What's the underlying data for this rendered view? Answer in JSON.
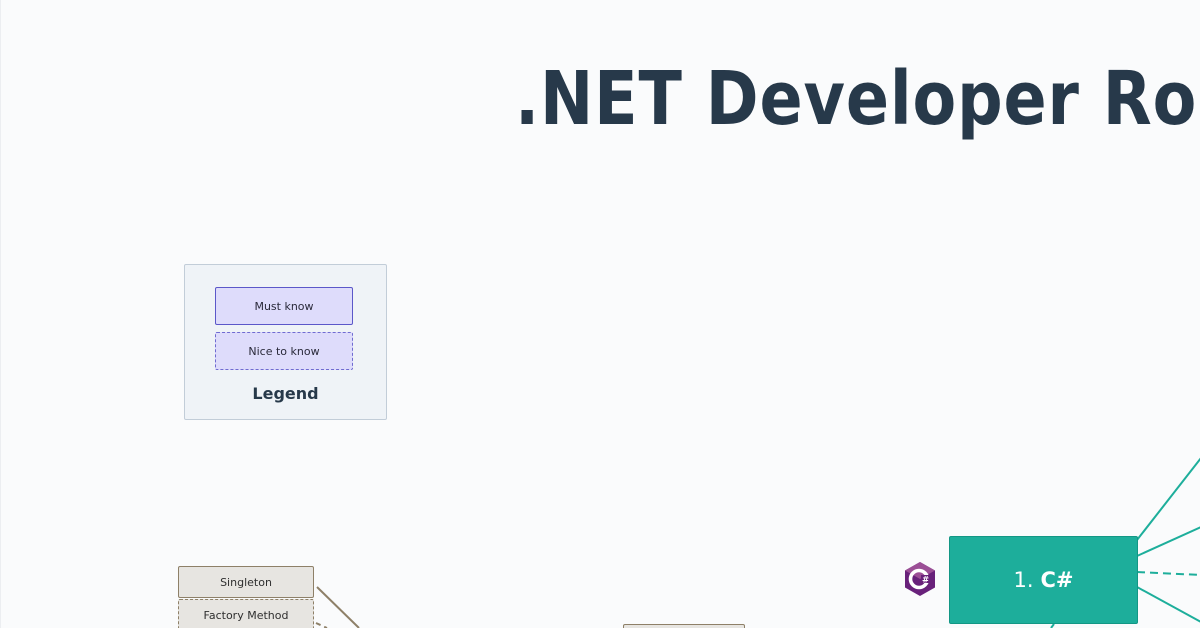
{
  "title": ".NET Developer Roa",
  "legend": {
    "must_know": "Must know",
    "nice_to_know": "Nice to know",
    "title": "Legend"
  },
  "patterns": {
    "singleton": "Singleton",
    "factory_method": "Factory Method"
  },
  "main_node": {
    "number": "1.",
    "label": "C#",
    "icon": "csharp-logo-icon"
  },
  "colors": {
    "title": "#27394a",
    "legend_bg": "#eff3f7",
    "must_know_fill": "#dedcfb",
    "must_know_border": "#5b57c9",
    "pattern_fill": "#e7e5e1",
    "pattern_border": "#8e8068",
    "csharp_node": "#1dae9b",
    "csharp_logo": "#68217a"
  }
}
